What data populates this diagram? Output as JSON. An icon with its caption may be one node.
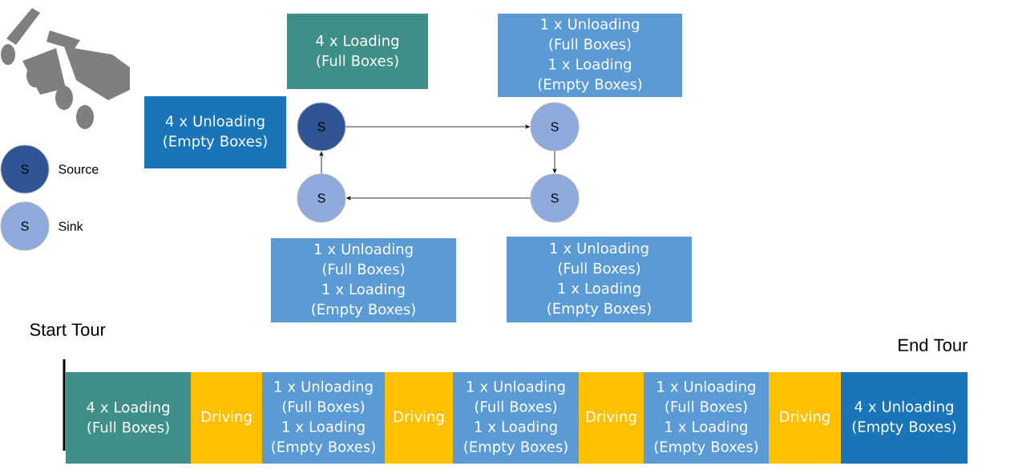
{
  "diagram": {
    "nodes": [
      {
        "text": [
          "4 x Loading (Full Boxes)"
        ]
      },
      {
        "text": [
          "4 x Unloading (Empty Boxes)"
        ]
      },
      {
        "text": [
          "1 x Unloading (Full Boxes)",
          "1 x Loading (Empty Boxes)"
        ]
      },
      {
        "text": [
          "S"
        ]
      },
      {
        "text": [
          "S"
        ]
      },
      {
        "text": [
          "S"
        ]
      },
      {
        "text": [
          "S"
        ]
      },
      {
        "text": [
          "1 x Unloading (Full Boxes)",
          "1 x Loading (Empty Boxes)"
        ]
      },
      {
        "text": [
          "1 x Unloading (Full Boxes)",
          "1 x Loading (Empty Boxes)"
        ]
      },
      {
        "text": [
          "S"
        ],
        "beside": [
          "Source"
        ]
      },
      {
        "text": [
          "S"
        ],
        "beside": [
          "Sink"
        ]
      },
      {
        "text": [
          "4 x Loading (Full Boxes)"
        ]
      },
      {
        "text": [
          "Driving"
        ]
      },
      {
        "text": [
          "1 x Unloading (Full Boxes)",
          "1 x Loading (Empty Boxes)"
        ]
      },
      {
        "text": [
          "Driving"
        ]
      },
      {
        "text": [
          "1 x Unloading (Full Boxes)",
          "1 x Loading (Empty Boxes)"
        ]
      },
      {
        "text": [
          "Driving"
        ]
      },
      {
        "text": [
          "1 x Unloading (Full Boxes)",
          "1 x Loading (Empty Boxes)"
        ]
      },
      {
        "text": [
          "Driving"
        ]
      },
      {
        "text": [
          "4 x Unloading (Empty Boxes)"
        ]
      }
    ],
    "edges": [
      {
        "from": 3,
        "to": 4,
        "arrow": "to"
      },
      {
        "from": 4,
        "to": 5,
        "arrow": "to"
      },
      {
        "from": 5,
        "to": 6,
        "arrow": "to"
      },
      {
        "from": 6,
        "to": 3,
        "arrow": "to"
      }
    ],
    "labels": [
      "Start Tour",
      "End Tour"
    ]
  }
}
